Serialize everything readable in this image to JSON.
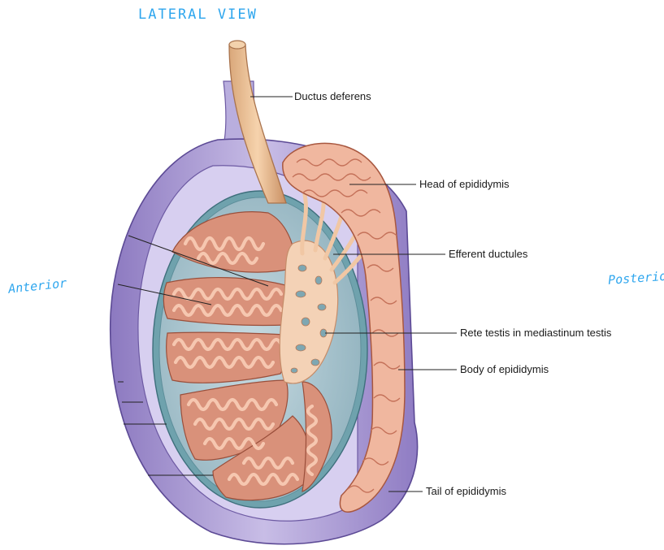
{
  "annotations": {
    "view_title": "LATERAL VIEW",
    "anterior": "Anterior",
    "posterior": "Posterior"
  },
  "labels": {
    "ductus_deferens": "Ductus deferens",
    "head_of_epididymis": "Head of epididymis",
    "efferent_ductules": "Efferent ductules",
    "rete_testis": "Rete testis in mediastinum testis",
    "body_of_epididymis": "Body of epididymis",
    "tail_of_epididymis": "Tail of epididymis"
  },
  "colors": {
    "tunica_purple": "#8f7bc2",
    "tunica_light": "#c9bfe6",
    "tubule_pink": "#f2b9a2",
    "tubule_outline": "#b6684f",
    "lobule_bg": "#d88b74",
    "stroma_blue": "#a9c3cd",
    "handwriting_blue": "#2ea6ee"
  }
}
